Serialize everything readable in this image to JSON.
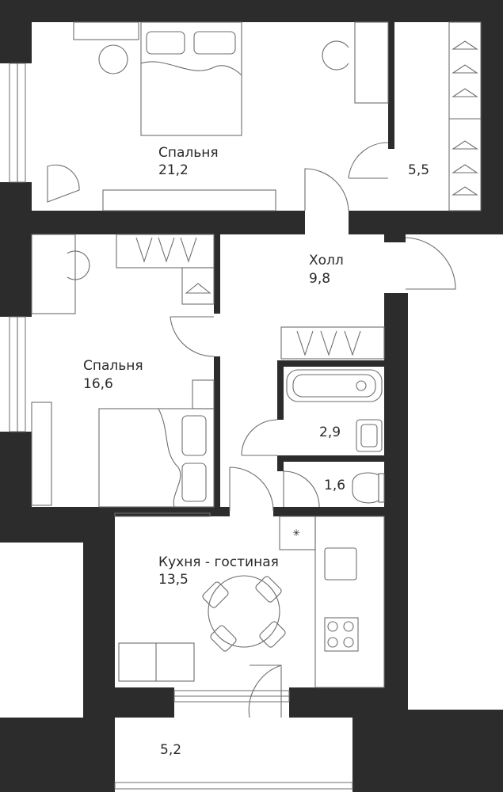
{
  "plan": {
    "rooms": [
      {
        "id": "bedroom-1",
        "name": "Спальня",
        "area": "21,2"
      },
      {
        "id": "wardrobe",
        "name": "",
        "area": "5,5"
      },
      {
        "id": "hall",
        "name": "Холл",
        "area": "9,8"
      },
      {
        "id": "bedroom-2",
        "name": "Спальня",
        "area": "16,6"
      },
      {
        "id": "bathroom",
        "name": "",
        "area": "2,9"
      },
      {
        "id": "toilet",
        "name": "",
        "area": "1,6"
      },
      {
        "id": "kitchen-living",
        "name": "Кухня - гостиная",
        "area": "13,5"
      },
      {
        "id": "balcony",
        "name": "",
        "area": "5,2"
      }
    ],
    "colors": {
      "wall": "#2c2c2c",
      "line": "#6e6e6e",
      "text": "#2a2a2a",
      "background": "#ffffff"
    }
  }
}
